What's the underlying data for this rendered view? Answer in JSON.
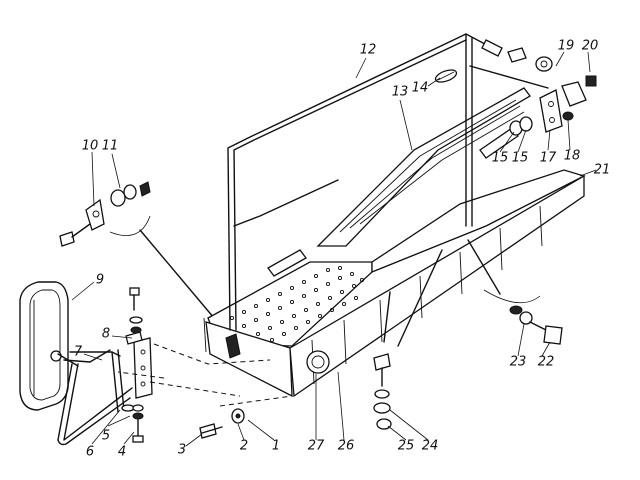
{
  "callouts": [
    {
      "id": "c1",
      "text": "1"
    },
    {
      "id": "c2",
      "text": "2"
    },
    {
      "id": "c3",
      "text": "3"
    },
    {
      "id": "c4",
      "text": "4"
    },
    {
      "id": "c5",
      "text": "5"
    },
    {
      "id": "c6",
      "text": "6"
    },
    {
      "id": "c7",
      "text": "7"
    },
    {
      "id": "c8",
      "text": "8"
    },
    {
      "id": "c9",
      "text": "9"
    },
    {
      "id": "c10",
      "text": "10"
    },
    {
      "id": "c11",
      "text": "11"
    },
    {
      "id": "c12",
      "text": "12"
    },
    {
      "id": "c13",
      "text": "13"
    },
    {
      "id": "c14",
      "text": "14"
    },
    {
      "id": "c15a",
      "text": "15"
    },
    {
      "id": "c15b",
      "text": "15"
    },
    {
      "id": "c17",
      "text": "17"
    },
    {
      "id": "c18",
      "text": "18"
    },
    {
      "id": "c19",
      "text": "19"
    },
    {
      "id": "c20",
      "text": "20"
    },
    {
      "id": "c21",
      "text": "21"
    },
    {
      "id": "c22",
      "text": "22"
    },
    {
      "id": "c23",
      "text": "23"
    },
    {
      "id": "c24",
      "text": "24"
    },
    {
      "id": "c25",
      "text": "25"
    },
    {
      "id": "c26",
      "text": "26"
    },
    {
      "id": "c27",
      "text": "27"
    }
  ]
}
